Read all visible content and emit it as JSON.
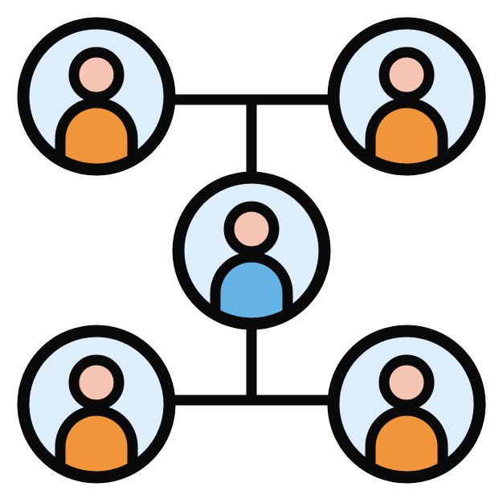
{
  "icon": {
    "name": "network-team-icon",
    "colors": {
      "outline": "#0a0a0a",
      "circle_fill": "#ddeefb",
      "head_fill": "#f6c4b2",
      "member_body_fill": "#f0953a",
      "leader_body_fill": "#66b3e6",
      "background": "#ffffff"
    },
    "nodes": [
      {
        "id": "top-left",
        "role": "member"
      },
      {
        "id": "top-right",
        "role": "member"
      },
      {
        "id": "center",
        "role": "leader"
      },
      {
        "id": "bottom-left",
        "role": "member"
      },
      {
        "id": "bottom-right",
        "role": "member"
      }
    ]
  }
}
